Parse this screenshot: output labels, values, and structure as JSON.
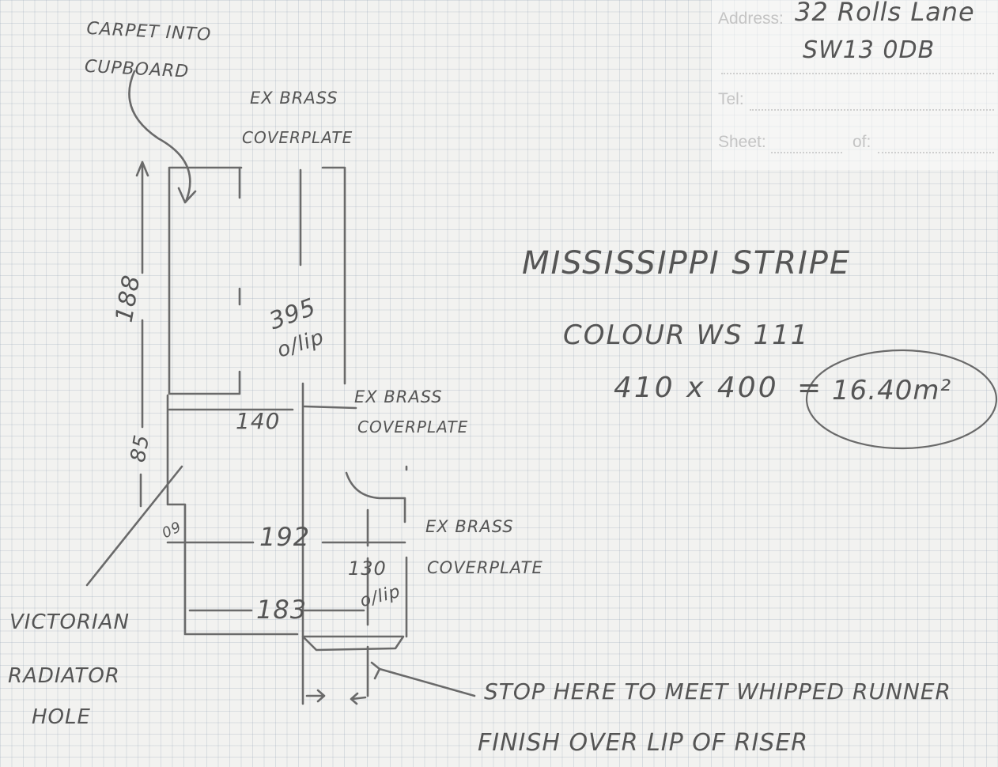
{
  "form": {
    "address_label": "Address:",
    "address_line1": "32 Rolls Lane",
    "address_line2": "SW13 0DB",
    "tel_label": "Tel:",
    "sheet_label": "Sheet:",
    "of_label": "of:"
  },
  "notes": {
    "carpet_into_cupboard": "CARPET INTO CUPBOARD",
    "ex_brass_cover_top": [
      "EX BRASS",
      "COVERPLATE"
    ],
    "ex_brass_cover_mid": [
      "EX BRASS",
      "COVERPLATE"
    ],
    "ex_brass_cover_low": [
      "EX BRASS",
      "COVERPLATE"
    ],
    "product_name": "MISSISSIPPI STRIPE",
    "product_colour": "COLOUR WS 111",
    "product_size": "410 x 400",
    "product_area": "16.40m²",
    "victorian_radiator_hole": [
      "VICTORIAN",
      "RADIATOR",
      "HOLE"
    ],
    "stop_here": "STOP HERE TO MEET WHIPPED RUNNER",
    "finish_over_lip": "FINISH OVER LIP OF RISER"
  },
  "dimensions": {
    "d188": "188",
    "d395": "395",
    "d395_note": "o/lip",
    "d85": "85",
    "d140": "140",
    "d09": "09",
    "d192": "192",
    "d130": "130",
    "d130_note": "o/lip",
    "d183": "183"
  }
}
